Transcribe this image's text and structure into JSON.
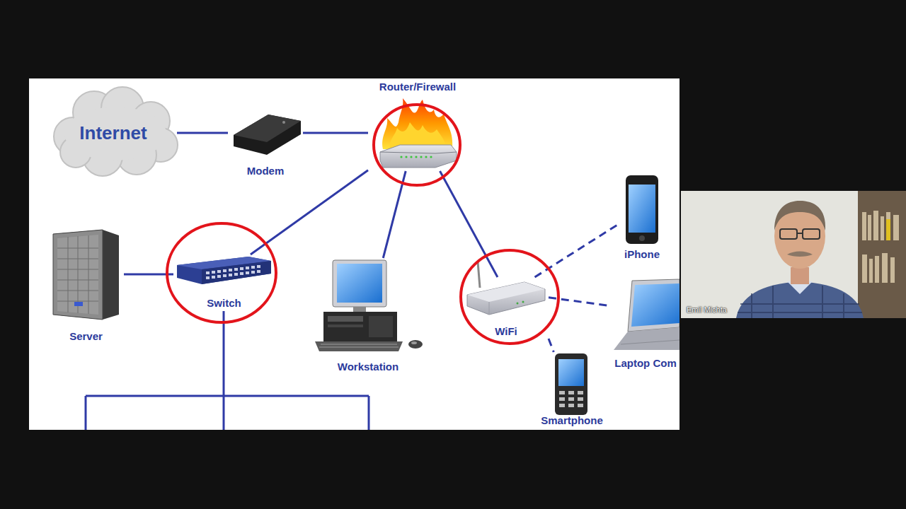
{
  "diagram": {
    "nodes": [
      {
        "text": [
          "Router/Firewall"
        ]
      },
      {
        "text": [
          "Internet"
        ]
      },
      {
        "text": [
          "Modem"
        ]
      },
      {
        "text": [
          "iPhone"
        ]
      },
      {
        "text": [
          "Server"
        ]
      },
      {
        "text": [
          "Switch"
        ]
      },
      {
        "text": [
          "Workstation"
        ]
      },
      {
        "text": [
          "WiFi"
        ]
      },
      {
        "text": [
          "Laptop Com"
        ]
      },
      {
        "text": [
          "Smartphone"
        ]
      }
    ],
    "edges": [
      {
        "from": 1,
        "to": 2,
        "arrow": "none"
      },
      {
        "from": 2,
        "to": 0,
        "arrow": "none"
      },
      {
        "from": 0,
        "to": 5,
        "arrow": "none"
      },
      {
        "from": 0,
        "to": 6,
        "arrow": "none"
      },
      {
        "from": 0,
        "to": 7,
        "arrow": "none"
      },
      {
        "from": 4,
        "to": 5,
        "arrow": "none"
      },
      {
        "from": 7,
        "to": 3,
        "arrow": "none"
      },
      {
        "from": 7,
        "to": 8,
        "arrow": "none"
      },
      {
        "from": 7,
        "to": 9,
        "arrow": "none"
      }
    ],
    "labels": [
      "Emil Michta"
    ]
  }
}
